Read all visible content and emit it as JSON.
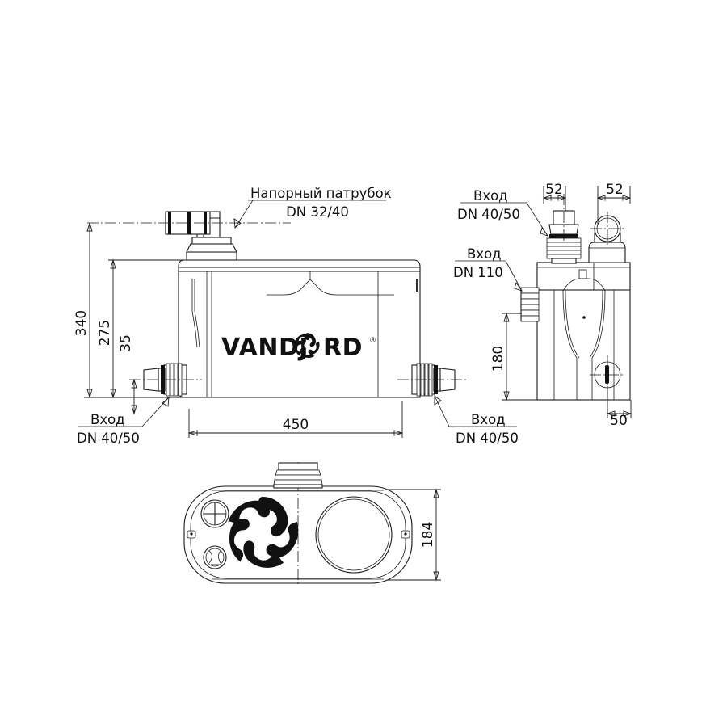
{
  "drawing": {
    "title": "Vandjord sewage lifting pump station dimensional drawing",
    "units": "mm",
    "line_color": "#1a1a1a",
    "background": "#ffffff"
  },
  "brand": {
    "name_part1": "VANDJ",
    "name_part2": "RD",
    "registered_symbol": "®",
    "impeller_icon": "impeller-logo-icon"
  },
  "labels": {
    "discharge": {
      "line1": "Напорный патрубок",
      "line2": "DN 32/40"
    },
    "inlet_left": {
      "line1": "Вход",
      "line2": "DN 40/50"
    },
    "inlet_right": {
      "line1": "Вход",
      "line2": "DN 40/50"
    },
    "inlet_side_top": {
      "line1": "Вход",
      "line2": "DN 40/50"
    },
    "inlet_side_110": {
      "line1": "Вход",
      "line2": "DN 110"
    }
  },
  "dimensions": {
    "front_height_total": "340",
    "front_height_body": "275",
    "front_height_inlet": "35",
    "front_width": "450",
    "side_inlet_top_left": "52",
    "side_inlet_top_right": "52",
    "side_height_110": "180",
    "side_offset_bottom": "50",
    "top_depth": "184"
  },
  "views": {
    "front": "front-elevation-view",
    "side": "right-side-view",
    "top": "top-plan-view"
  }
}
